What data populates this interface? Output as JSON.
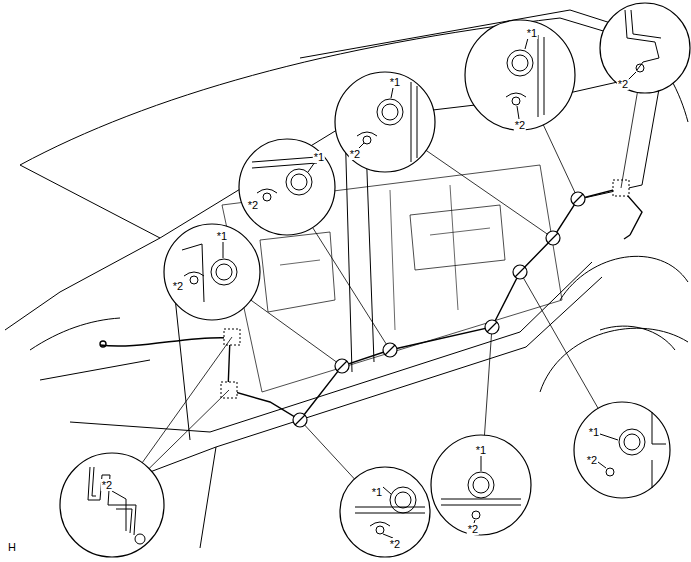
{
  "diagram": {
    "labels": [
      "*1",
      "*2",
      "*2",
      "*1",
      "*2",
      "*1",
      "*2",
      "*1",
      "*2",
      "*2",
      "*1",
      "*2",
      "*1",
      "*2",
      "*1",
      "*2",
      "H"
    ]
  }
}
